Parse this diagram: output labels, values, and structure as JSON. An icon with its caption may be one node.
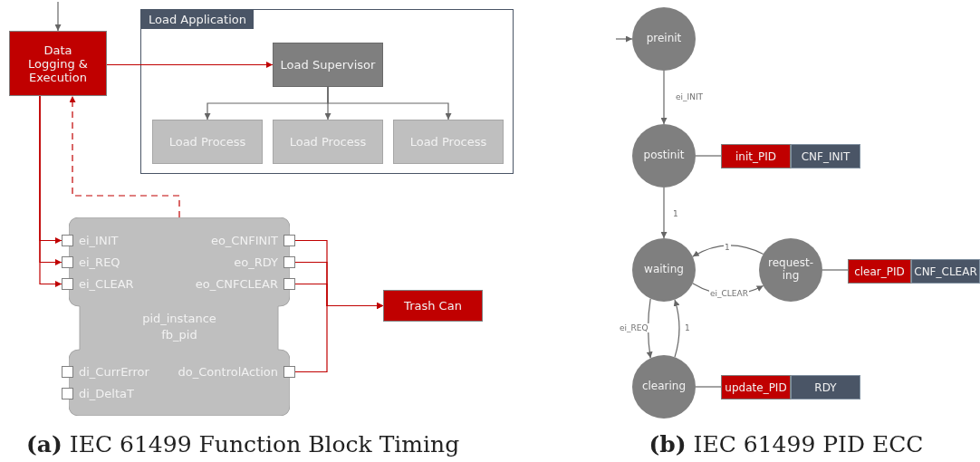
{
  "diagram": {
    "nodes": [
      {
        "text": [
          "Data Logging & Execution"
        ]
      },
      {
        "text": [
          "Load Application"
        ]
      },
      {
        "text": [
          "Load Supervisor"
        ],
        "in": 1
      },
      {
        "text": [
          "Load Process"
        ],
        "in": 1
      },
      {
        "text": [
          "Load Process"
        ],
        "in": 1
      },
      {
        "text": [
          "Load Process"
        ],
        "in": 1
      },
      {
        "text": [
          "pid_instance",
          "fb_pid"
        ]
      },
      {
        "text": [
          "ei_INIT"
        ],
        "in": 6
      },
      {
        "text": [
          "ei_REQ"
        ],
        "in": 6
      },
      {
        "text": [
          "ei_CLEAR"
        ],
        "in": 6
      },
      {
        "text": [
          "eo_CNFINIT"
        ],
        "in": 6
      },
      {
        "text": [
          "eo_RDY"
        ],
        "in": 6
      },
      {
        "text": [
          "eo_CNFCLEAR"
        ],
        "in": 6
      },
      {
        "text": [
          "di_CurrError"
        ],
        "in": 6
      },
      {
        "text": [
          "di_DeltaT"
        ],
        "in": 6
      },
      {
        "text": [
          "do_ControlAction"
        ],
        "in": 6
      },
      {
        "text": [
          "Trash Can"
        ]
      },
      {
        "text": [
          "preinit"
        ]
      },
      {
        "text": [
          "postinit"
        ]
      },
      {
        "text": [
          "init_PID"
        ]
      },
      {
        "text": [
          "CNF_INIT"
        ]
      },
      {
        "text": [
          "waiting"
        ]
      },
      {
        "text": [
          "request- ing"
        ]
      },
      {
        "text": [
          "clear_PID"
        ]
      },
      {
        "text": [
          "CNF_CLEAR"
        ]
      },
      {
        "text": [
          "clearing"
        ]
      },
      {
        "text": [
          "update_PID"
        ]
      },
      {
        "text": [
          "RDY"
        ]
      }
    ],
    "edges": [
      {
        "from": null,
        "to": 0,
        "arrow": "to"
      },
      {
        "from": 0,
        "to": 2,
        "arrow": "to",
        "color": "#c00000"
      },
      {
        "from": 2,
        "to": 3,
        "arrow": "to"
      },
      {
        "from": 2,
        "to": 4,
        "arrow": "to"
      },
      {
        "from": 2,
        "to": 5,
        "arrow": "to"
      },
      {
        "from": 0,
        "to": 7,
        "arrow": "to",
        "color": "#c00000"
      },
      {
        "from": 0,
        "to": 8,
        "arrow": "to",
        "color": "#c00000"
      },
      {
        "from": 0,
        "to": 9,
        "arrow": "to",
        "color": "#c00000"
      },
      {
        "from": 6,
        "to": 0,
        "arrow": "to",
        "style": "dashed",
        "color": "#c00000"
      },
      {
        "from": 10,
        "to": 16,
        "arrow": "to",
        "color": "#c00000"
      },
      {
        "from": 11,
        "to": 16,
        "arrow": "to",
        "color": "#c00000"
      },
      {
        "from": 12,
        "to": 16,
        "arrow": "to",
        "color": "#c00000"
      },
      {
        "from": 15,
        "to": 16,
        "arrow": "to",
        "color": "#c00000"
      },
      {
        "from": null,
        "to": 17,
        "arrow": "to"
      },
      {
        "from": 17,
        "to": 18,
        "arrow": "to",
        "label": "ei_INIT"
      },
      {
        "from": 18,
        "to": 21,
        "arrow": "to",
        "label": "1"
      },
      {
        "from": 22,
        "to": 21,
        "arrow": "to",
        "label": "1"
      },
      {
        "from": 21,
        "to": 22,
        "arrow": "to",
        "label": "ei_CLEAR"
      },
      {
        "from": 21,
        "to": 25,
        "arrow": "to",
        "label": "ei_REQ"
      },
      {
        "from": 25,
        "to": 21,
        "arrow": "to",
        "label": "1"
      },
      {
        "from": 18,
        "to": 19,
        "arrow": "none"
      },
      {
        "from": 22,
        "to": 23,
        "arrow": "none"
      },
      {
        "from": 25,
        "to": 26,
        "arrow": "none"
      }
    ],
    "labels": [
      "**(a)** IEC 61499 Function Block Timing",
      "**(b)** IEC 61499 PID ECC"
    ]
  }
}
